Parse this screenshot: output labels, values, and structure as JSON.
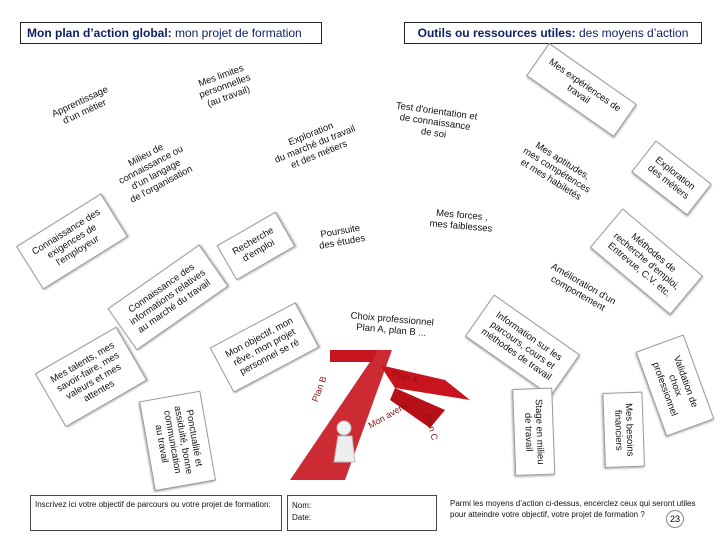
{
  "header": {
    "left_bold": "Mon plan d’action global:",
    "left_rest": " mon projet de formation",
    "right_bold": "Outils ou ressources utiles:",
    "right_rest": " des moyens d’action"
  },
  "bubbles": [
    {
      "id": "limites",
      "text": "Mes limites\npersonnelles\n(au travail)",
      "style": "plain"
    },
    {
      "id": "apprentissage",
      "text": "Apprentissage\nd'un métier",
      "style": "plain"
    },
    {
      "id": "milieu",
      "text": "Milieu de\nconnaissance ou\nd'un langage\nde l'organisation",
      "style": "plain"
    },
    {
      "id": "exploration-inter",
      "text": "Exploration\ndu marché du travail\net des métiers",
      "style": "plain"
    },
    {
      "id": "test",
      "text": "Test d'orientation et\nde connaissance\nde soi",
      "style": "plain"
    },
    {
      "id": "experiences",
      "text": "Mes expériences de\ntravail",
      "style": "box"
    },
    {
      "id": "exploration-metiers",
      "text": "Exploration\ndes métiers",
      "style": "box"
    },
    {
      "id": "aptitudes",
      "text": "Mes aptitudes,\nmes compétences\net mes habiletés",
      "style": "plain"
    },
    {
      "id": "forces",
      "text": "Mes forces ,\nmes faiblesses",
      "style": "plain"
    },
    {
      "id": "poursuite",
      "text": "Poursuite\ndes études",
      "style": "plain"
    },
    {
      "id": "recherche",
      "text": "Recherche\nd'emploi",
      "style": "box"
    },
    {
      "id": "connaissance-exigences",
      "text": "Connaissance des\nexigences de\nl'employeur",
      "style": "box"
    },
    {
      "id": "connaissance-info",
      "text": "Connaissance des\ninformations relatives\nau marché du travail",
      "style": "box"
    },
    {
      "id": "methodes",
      "text": "Méthodes de\nrecherche d'emploi,\nEntrevue, C.V. etc.",
      "style": "box"
    },
    {
      "id": "amelioration",
      "text": "Amélioration d'un\ncomportement",
      "style": "plain"
    },
    {
      "id": "choix",
      "text": "Choix professionnel\nPlan A, plan B ...",
      "style": "plain"
    },
    {
      "id": "objectifs",
      "text": "Mon objectif, mon\nrêve, mon projet\npersonnel se ré",
      "style": "box"
    },
    {
      "id": "mes-talents",
      "text": "Mes talents, mes\nsavoir-faire, mes\nvaleurs et mes\nattentes",
      "style": "box"
    },
    {
      "id": "information",
      "text": "Information sur les\nparcours, cours et\nméthodes de travail",
      "style": "box"
    },
    {
      "id": "validation",
      "text": "Validation de choix\nprofessionnel",
      "style": "box"
    },
    {
      "id": "besoins",
      "text": "Mes besoins\nfinanciers",
      "style": "box"
    },
    {
      "id": "stage",
      "text": "Stage en milieu\nde travail",
      "style": "box"
    },
    {
      "id": "ponctualite",
      "text": "Ponctualité et\nassiduité, bonne\ncommunication\nau travail",
      "style": "box"
    }
  ],
  "plans": {
    "a": "Plan A",
    "b": "Plan B",
    "c": "Plan C",
    "avenir": "Mon avenir"
  },
  "bottom": {
    "goal_label": "Inscrivez ici votre objectif de parcours ou votre projet de formation:",
    "name_label": "Nom:",
    "date_label": "Date:",
    "note": "Parmi les moyens d’action ci-dessus, encerclez ceux qui seront utiles pour atteindre votre objectif, votre projet de formation ?",
    "page": "23"
  },
  "colors": {
    "header_text": "#0b1f66",
    "path_red": "#c8141e",
    "plan_text": "#8b1010"
  }
}
